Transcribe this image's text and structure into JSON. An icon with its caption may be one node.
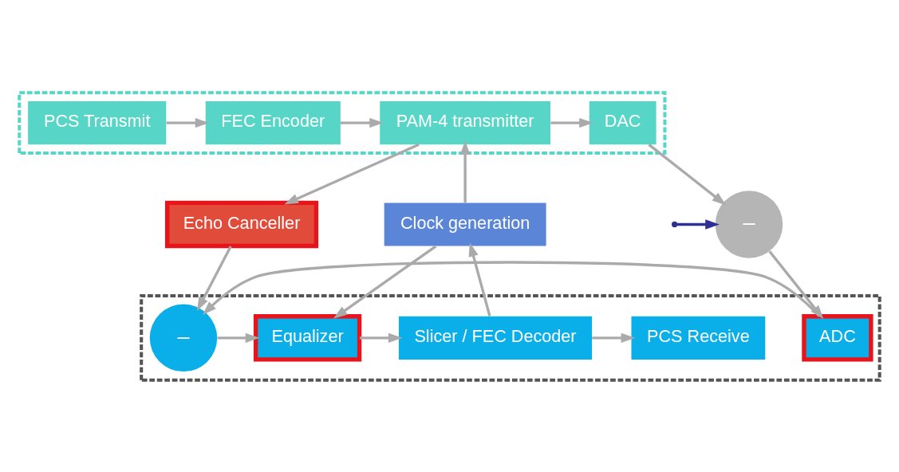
{
  "diagram": {
    "nodes": [
      {
        "text": [],
        "shape": "box"
      },
      {
        "text": [
          "DAC"
        ],
        "in": 0
      },
      {
        "text": [
          "PAM-4 transmitter"
        ],
        "in": 0
      },
      {
        "text": [
          "FEC Encoder"
        ],
        "in": 0
      },
      {
        "text": [
          "PCS Transmit"
        ],
        "in": 0
      },
      {
        "text": [
          "–"
        ]
      },
      {
        "text": [
          "Echo Canceller"
        ]
      },
      {
        "text": [
          "Clock generation"
        ]
      },
      {
        "text": [],
        "shape": "box"
      },
      {
        "text": [
          "ADC"
        ],
        "in": 8
      },
      {
        "text": [
          "–"
        ],
        "in": 8
      },
      {
        "text": [
          "Equalizer"
        ],
        "in": 8
      },
      {
        "text": [
          "Slicer / FEC Decoder"
        ],
        "in": 8
      },
      {
        "text": [
          "PCS Receive"
        ],
        "in": 8
      }
    ],
    "edges": [
      {
        "from": 4,
        "to": 3,
        "arrow": "to"
      },
      {
        "from": 3,
        "to": 2,
        "arrow": "to"
      },
      {
        "from": 2,
        "to": 1,
        "arrow": "to"
      },
      {
        "from": 2,
        "to": 6,
        "arrow": "to"
      },
      {
        "from": 1,
        "to": 5,
        "arrow": "to"
      },
      {
        "from": null,
        "to": 5,
        "arrow": "to",
        "color": "#2e3192"
      },
      {
        "from": 5,
        "to": 9,
        "arrow": "to"
      },
      {
        "from": 9,
        "to": 10,
        "arrow": "to"
      },
      {
        "from": 6,
        "to": 10,
        "arrow": "to"
      },
      {
        "from": 10,
        "to": 11,
        "arrow": "to"
      },
      {
        "from": 7,
        "to": 2,
        "arrow": "to"
      },
      {
        "from": 7,
        "to": 11,
        "arrow": "to"
      },
      {
        "from": 11,
        "to": 12,
        "arrow": "to"
      },
      {
        "from": 12,
        "to": 7,
        "arrow": "to"
      },
      {
        "from": 12,
        "to": 13,
        "arrow": "to"
      }
    ]
  }
}
